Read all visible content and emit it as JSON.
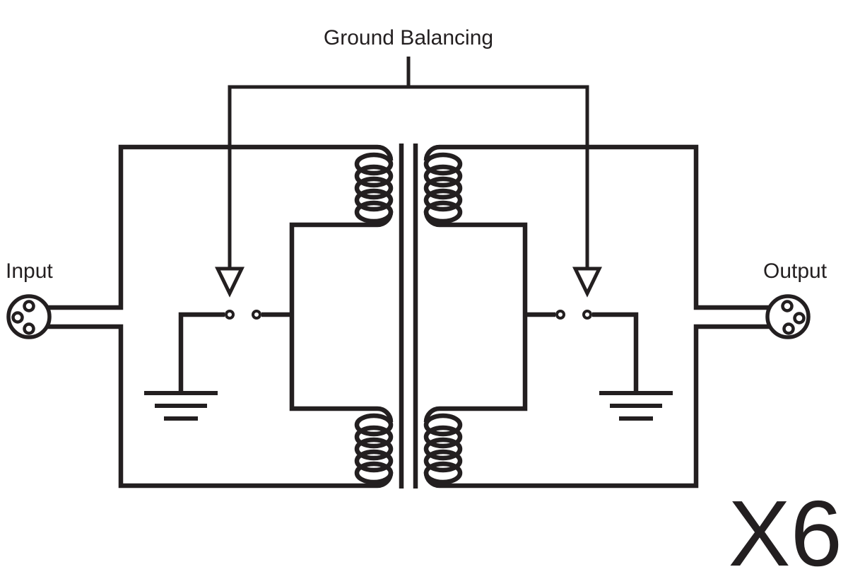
{
  "diagram": {
    "title": "Ground Balancing",
    "input_label": "Input",
    "output_label": "Output",
    "multiplier_label": "X6",
    "line_color": "#231f20",
    "background_color": "#ffffff",
    "components": [
      "input-xlr-connector",
      "output-xlr-connector",
      "ground-balancing-bracket",
      "left-ground-switch-open",
      "right-ground-switch-open",
      "left-transformer-windings",
      "right-transformer-windings",
      "transformer-core",
      "left-earth-ground",
      "right-earth-ground"
    ]
  }
}
